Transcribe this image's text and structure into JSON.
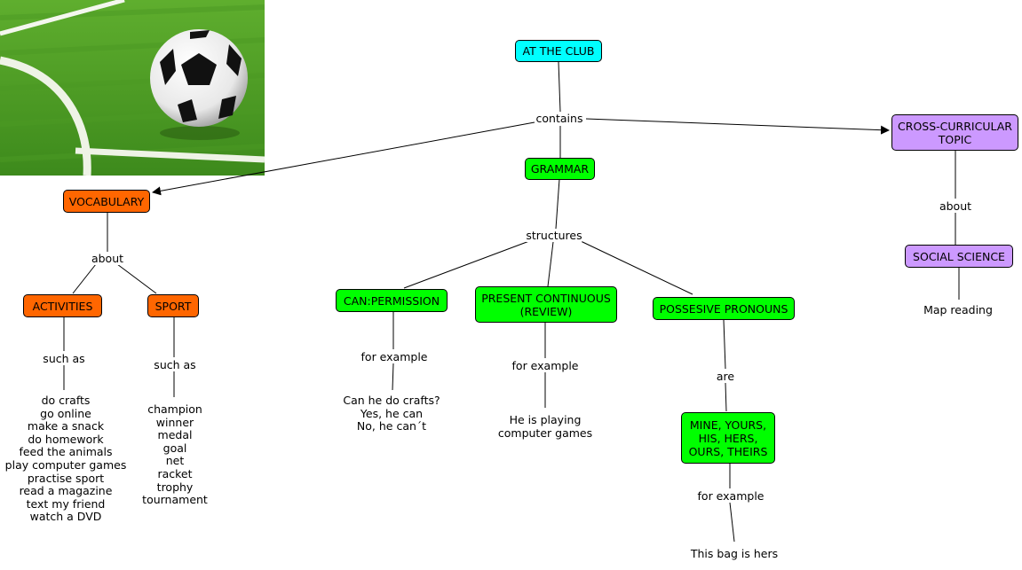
{
  "nodes": {
    "at_the_club": "AT THE CLUB",
    "grammar": "GRAMMAR",
    "vocabulary": "VOCABULARY",
    "activities": "ACTIVITIES",
    "sport": "SPORT",
    "can_permission": "CAN:PERMISSION",
    "present_continuous": "PRESENT CONTINUOUS (REVIEW)",
    "possesive_pronouns": "POSSESIVE PRONOUNS",
    "pronouns_list": "MINE, YOURS, HIS, HERS, OURS, THEIRS",
    "cross_curricular": "CROSS-CURRICULAR TOPIC",
    "social_science": "SOCIAL SCIENCE"
  },
  "links": {
    "contains": "contains",
    "structures": "structures",
    "about_vocab": "about",
    "such_as_activities": "such as",
    "such_as_sport": "such as",
    "for_example_can": "for example",
    "for_example_present": "for example",
    "are": "are",
    "for_example_pronouns": "for example",
    "about_cross": "about"
  },
  "examples": {
    "activities_list": [
      "do crafts",
      "go online",
      "make a snack",
      "do homework",
      "feed the animals",
      "play computer games",
      "practise sport",
      "read a magazine",
      "text my friend",
      "watch a DVD"
    ],
    "sport_list": [
      "champion",
      "winner",
      "medal",
      "goal",
      "net",
      "racket",
      "trophy",
      "tournament"
    ],
    "can_example": [
      "Can he do crafts?",
      "Yes, he can",
      "No, he can´t"
    ],
    "present_example": [
      "He is playing",
      "computer games"
    ],
    "pronoun_example": "This bag is hers",
    "social_example": "Map reading"
  },
  "image": {
    "subject": "soccer-ball-on-grass"
  },
  "colors": {
    "cyan": "#00ffff",
    "green": "#00ff00",
    "orange": "#ff6600",
    "purple": "#cc99ff"
  }
}
